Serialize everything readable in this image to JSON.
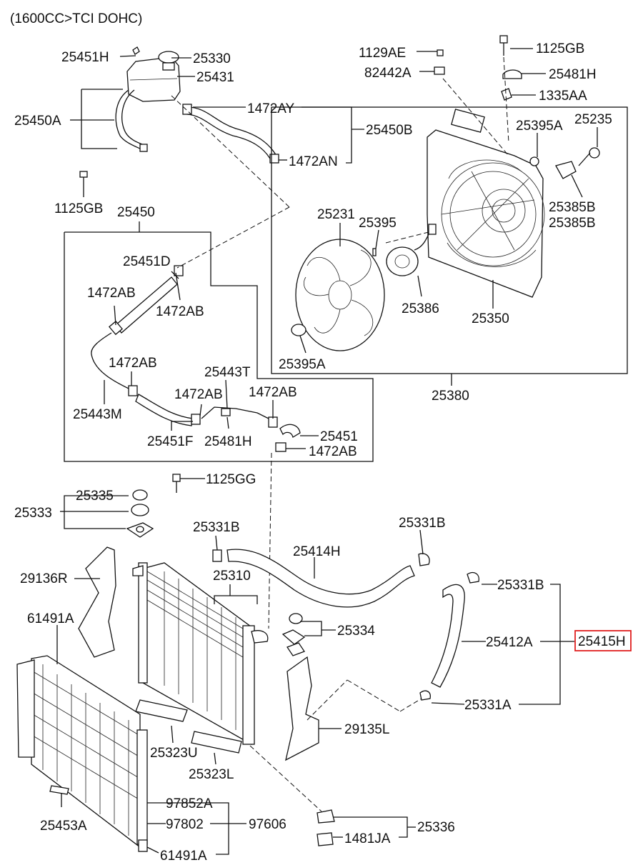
{
  "header": {
    "engine": "(1600CC>TCI DOHC)"
  },
  "labels": {
    "p25451H_top": "25451H",
    "p25330": "25330",
    "p25431": "25431",
    "p25450A": "25450A",
    "p1472AY": "1472AY",
    "p25450B": "25450B",
    "p1472AN": "1472AN",
    "p1125GB_left": "1125GB",
    "p1129AE": "1129AE",
    "p82442A": "82442A",
    "p1125GB_right": "1125GB",
    "p25481H_top": "25481H",
    "p1335AA": "1335AA",
    "p25395A_top": "25395A",
    "p25235": "25235",
    "p25385B_1": "25385B",
    "p25385B_2": "25385B",
    "p25450": "25450",
    "p25231": "25231",
    "p25395": "25395",
    "p25386": "25386",
    "p25350": "25350",
    "p25395A_bottom": "25395A",
    "p25380": "25380",
    "p25451D": "25451D",
    "p1472AB_a": "1472AB",
    "p1472AB_b": "1472AB",
    "p1472AB_c": "1472AB",
    "p25443M": "25443M",
    "p25443T": "25443T",
    "p1472AB_d": "1472AB",
    "p1472AB_e": "1472AB",
    "p25451F": "25451F",
    "p25481H_mid": "25481H",
    "p25451": "25451",
    "p1472AB_f": "1472AB",
    "p1125GG": "1125GG",
    "p25335": "25335",
    "p25333": "25333",
    "p25331B_left": "25331B",
    "p25331B_right": "25331B",
    "p25414H": "25414H",
    "p29136R": "29136R",
    "p25310": "25310",
    "p25331B_lower": "25331B",
    "p61491A_top": "61491A",
    "p25334": "25334",
    "p25412A": "25412A",
    "p25415H": "25415H",
    "p25331A": "25331A",
    "p29135L": "29135L",
    "p25323U": "25323U",
    "p25323L": "25323L",
    "p97852A": "97852A",
    "p25453A": "25453A",
    "p97802": "97802",
    "p97606": "97606",
    "p61491A_bottom": "61491A",
    "p25336": "25336",
    "p1481JA": "1481JA"
  },
  "colors": {
    "line": "#111111",
    "highlight": "#e02020",
    "background": "#ffffff"
  }
}
